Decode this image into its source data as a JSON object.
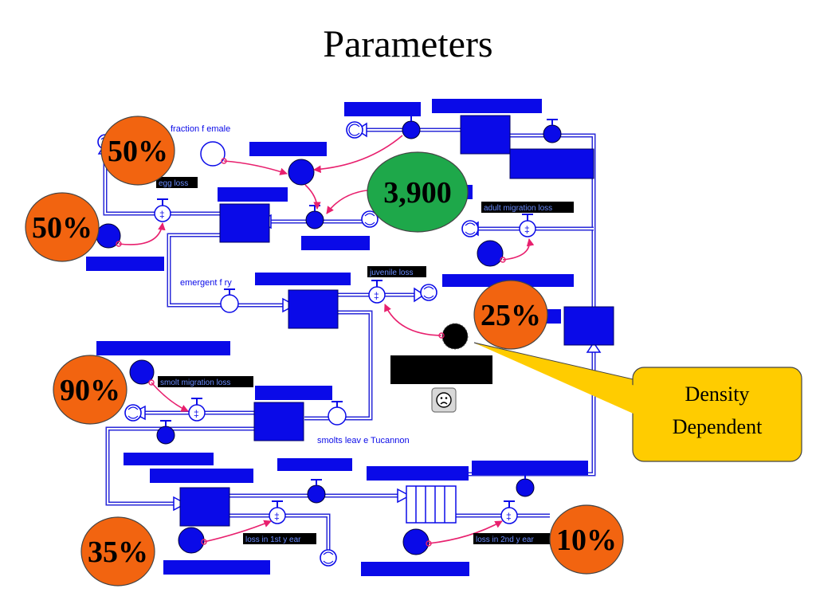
{
  "title": "Parameters",
  "labels": {
    "fraction_female": "fraction f emale",
    "egg_loss": "egg loss",
    "adult_migration_loss": "adult migration loss",
    "emergent_fry": "emergent f ry",
    "juvenile_loss": "juvenile loss",
    "smolt_migration_loss": "smolt migration loss",
    "smolts_leave": "smolts leav e Tucannon",
    "loss_1st_year": "loss in 1st y ear",
    "loss_2nd_year": "loss in 2nd y ear"
  },
  "badges": {
    "b1": "50%",
    "b2": "50%",
    "b3": "3,900",
    "b4": "25%",
    "b5": "90%",
    "b6": "35%",
    "b7": "10%"
  },
  "colors": {
    "badge_orange": "#f26410",
    "badge_green": "#1ea84a",
    "callout_fill": "#ffcc00",
    "stock_blue": "#0a0ae8",
    "link_pink": "#e8206e"
  },
  "callout": {
    "line1": "Density",
    "line2": "Dependent"
  },
  "status_icon": "sad-face-icon"
}
